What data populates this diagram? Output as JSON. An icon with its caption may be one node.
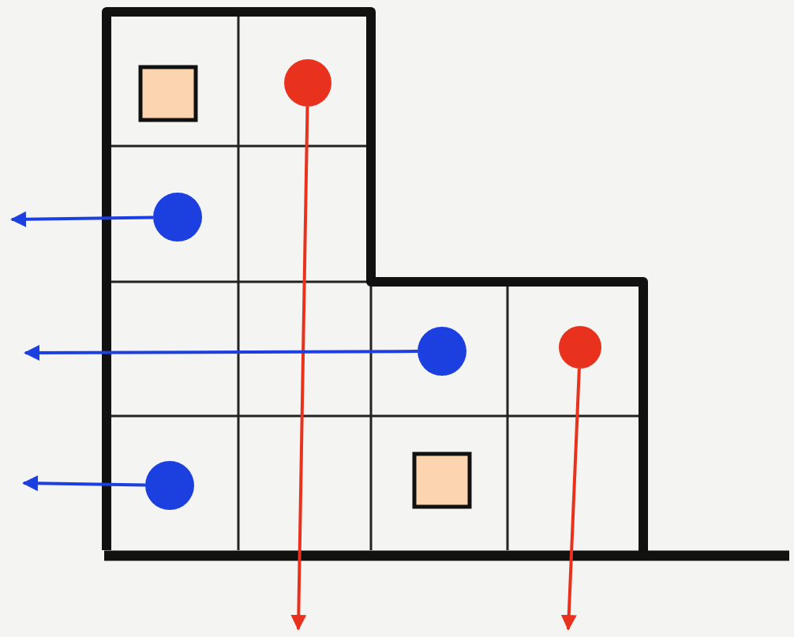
{
  "diagram": {
    "nodes": [
      {
        "text": [],
        "shape": "circle"
      },
      {
        "text": [],
        "shape": "circle"
      },
      {
        "text": [],
        "shape": "circle"
      },
      {
        "text": [],
        "shape": "circle"
      },
      {
        "text": [],
        "shape": "circle"
      }
    ],
    "edges": [
      {
        "from": 0,
        "to": null,
        "arrow": "to",
        "color": "#e8321e"
      },
      {
        "from": 1,
        "to": null,
        "arrow": "to"
      },
      {
        "from": 2,
        "to": null,
        "arrow": "to"
      },
      {
        "from": 3,
        "to": null,
        "arrow": "to",
        "color": "#e8321e"
      },
      {
        "from": 4,
        "to": null,
        "arrow": "to"
      }
    ]
  }
}
